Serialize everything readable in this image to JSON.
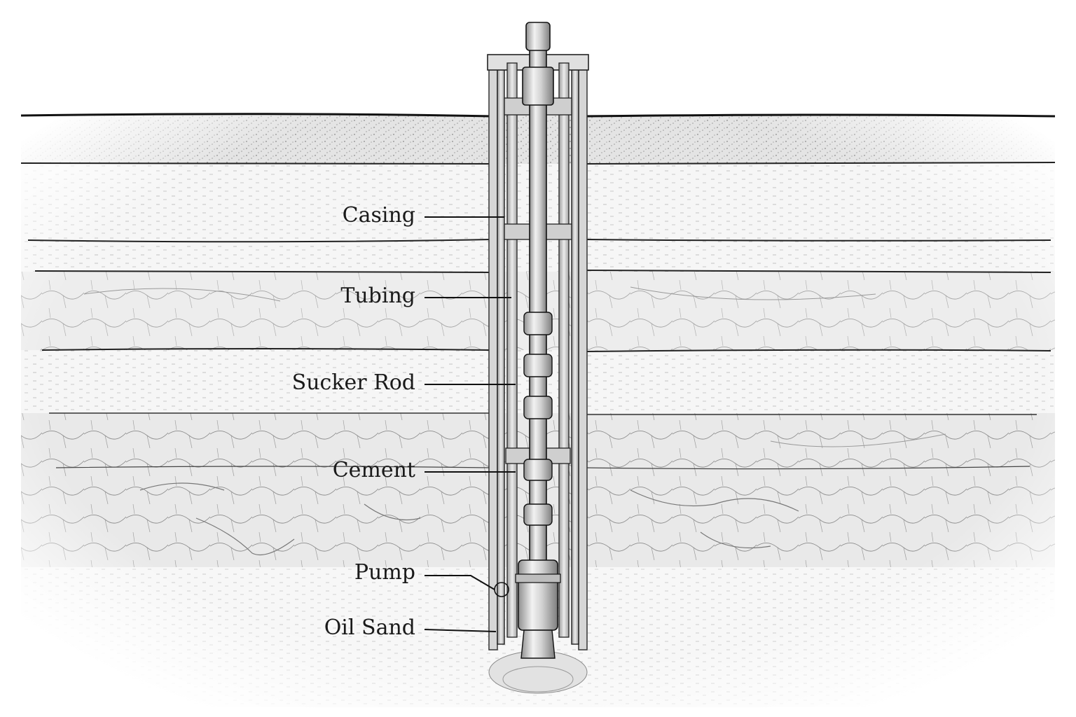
{
  "diagram": {
    "labels": [
      {
        "id": "casing",
        "text": "Casing"
      },
      {
        "id": "tubing",
        "text": "Tubing"
      },
      {
        "id": "sucker-rod",
        "text": "Sucker Rod"
      },
      {
        "id": "cement",
        "text": "Cement"
      },
      {
        "id": "pump",
        "text": "Pump"
      },
      {
        "id": "oil-sand",
        "text": "Oil Sand"
      }
    ],
    "colors": {
      "ink": "#1a1a1a",
      "steel_light": "#e6e6e6",
      "steel_mid": "#bdbdbd",
      "steel_dark": "#8a8a8a",
      "soil_fill": "#dcdcdc"
    }
  }
}
